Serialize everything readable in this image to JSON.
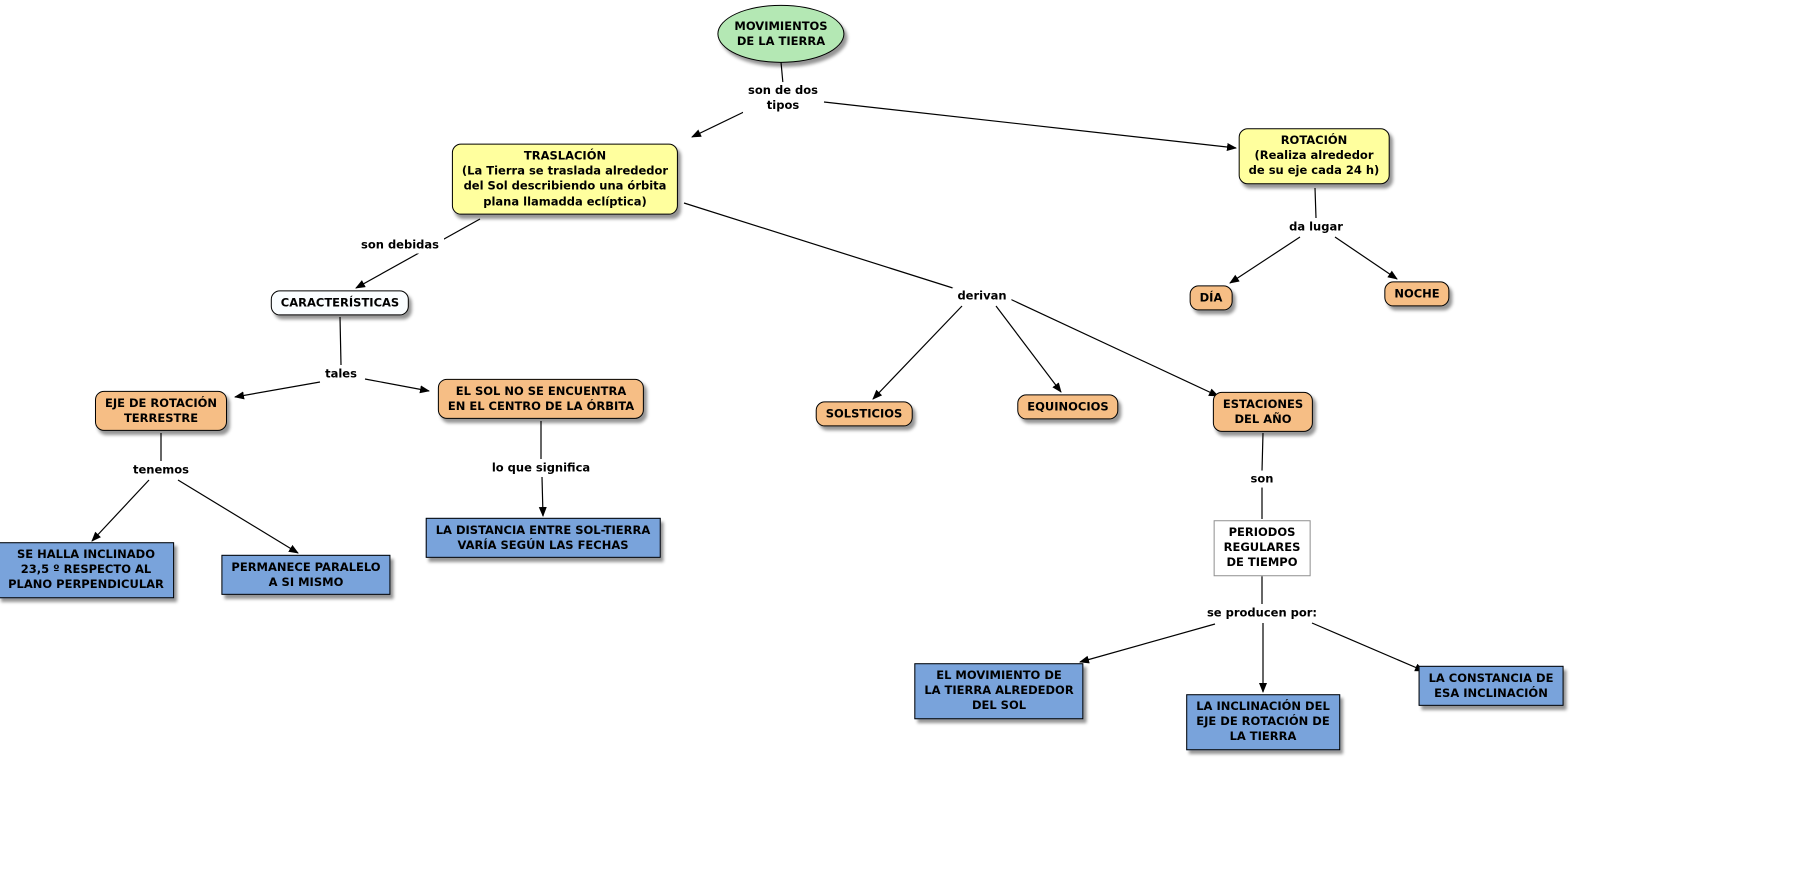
{
  "diagram_title": "MOVIMIENTOS DE LA TIERRA",
  "colors": {
    "node_green": "#b4e8b4",
    "node_yellow": "#ffff9e",
    "node_orange": "#f6be85",
    "node_blue": "#79a3db",
    "edge": "#000000",
    "shadow": "rgba(0,0,0,0.42)"
  },
  "nodes": {
    "root": "MOVIMIENTOS\nDE LA TIERRA",
    "traslacion": "TRASLACIÓN\n(La Tierra se traslada alrededor\ndel Sol describiendo una órbita\nplana llamadda eclíptica)",
    "rotacion": "ROTACIÓN\n(Realiza alrededor\nde su eje cada 24 h)",
    "dia": "DÍA",
    "noche": "NOCHE",
    "caracteristicas": "CARACTERÍSTICAS",
    "eje_rotacion": "EJE DE ROTACIÓN\nTERRESTRE",
    "sol_centro": "EL SOL NO SE ENCUENTRA\nEN EL CENTRO DE LA ÓRBITA",
    "inclinado": "SE HALLA INCLINADO\n23,5 º RESPECTO AL\nPLANO PERPENDICULAR",
    "paralelo": "PERMANECE PARALELO\nA SI MISMO",
    "distancia": "LA DISTANCIA ENTRE SOL-TIERRA\nVARÍA SEGÚN LAS FECHAS",
    "solsticios": "SOLSTICIOS",
    "equinocios": "EQUINOCIOS",
    "estaciones": "ESTACIONES\nDEL AÑO",
    "periodos": "PERIODOS\nREGULARES\nDE TIEMPO",
    "movimiento_tierra": "EL MOVIMIENTO DE\nLA TIERRA ALREDEDOR\nDEL SOL",
    "inclinacion_eje": "LA INCLINACIÓN DEL\nEJE DE ROTACIÓN DE\nLA TIERRA",
    "constancia": "LA CONSTANCIA DE\nESA INCLINACIÓN"
  },
  "link_phrases": {
    "tipos": "son de dos\ntipos",
    "da_lugar": "da lugar",
    "son_debidas": "son debidas",
    "tales": "tales",
    "tenemos": "tenemos",
    "lo_que_significa": "lo que significa",
    "derivan": "derivan",
    "son": "son",
    "se_producen": "se producen por:"
  }
}
